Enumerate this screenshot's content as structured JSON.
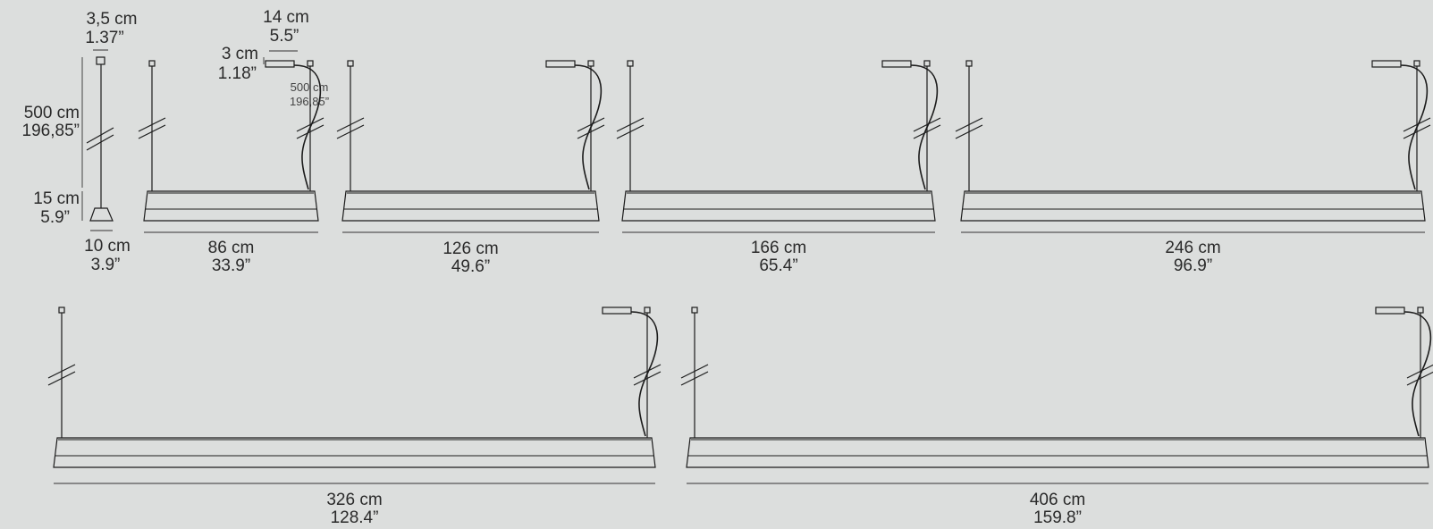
{
  "diagram": {
    "detail_pendant": {
      "canopy_width": {
        "metric": "3,5 cm",
        "imperial": "1.37”"
      },
      "cable_length": {
        "metric": "500 cm",
        "imperial": "196,85”"
      },
      "shade_height": {
        "metric": "15 cm",
        "imperial": "5.9”"
      },
      "shade_width": {
        "metric": "10 cm",
        "imperial": "3.9”"
      }
    },
    "detail_bracket": {
      "bracket_length": {
        "metric": "14 cm",
        "imperial": "5.5”"
      },
      "bracket_height": {
        "metric": "3 cm",
        "imperial": "1.18”"
      },
      "power_cable_length": {
        "metric": "500 cm",
        "imperial": "196,85”"
      }
    },
    "variants": [
      {
        "metric": "86 cm",
        "imperial": "33.9”"
      },
      {
        "metric": "126 cm",
        "imperial": "49.6”"
      },
      {
        "metric": "166 cm",
        "imperial": "65.4”"
      },
      {
        "metric": "246 cm",
        "imperial": "96.9”"
      },
      {
        "metric": "326 cm",
        "imperial": "128.4”"
      },
      {
        "metric": "406 cm",
        "imperial": "159.8”"
      }
    ]
  }
}
